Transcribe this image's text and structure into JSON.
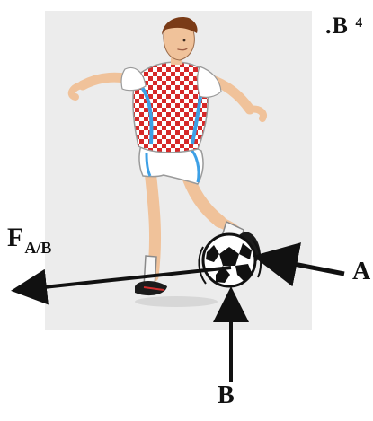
{
  "labels": {
    "corner": ".B ⁴",
    "force_main": "F",
    "force_sub": "A/B",
    "point_a": "A",
    "point_b": "B"
  },
  "icons": {
    "player": "soccer-player-illustration",
    "ball": "soccer-ball-icon"
  },
  "colors": {
    "background_panel": "#ececec",
    "shirt_red": "#d62828",
    "shirt_white": "#ffffff",
    "skin": "#f0c29a",
    "hair": "#7a3b17",
    "arrow": "#111111",
    "shorts_blue_stripe": "#3da0e6"
  }
}
